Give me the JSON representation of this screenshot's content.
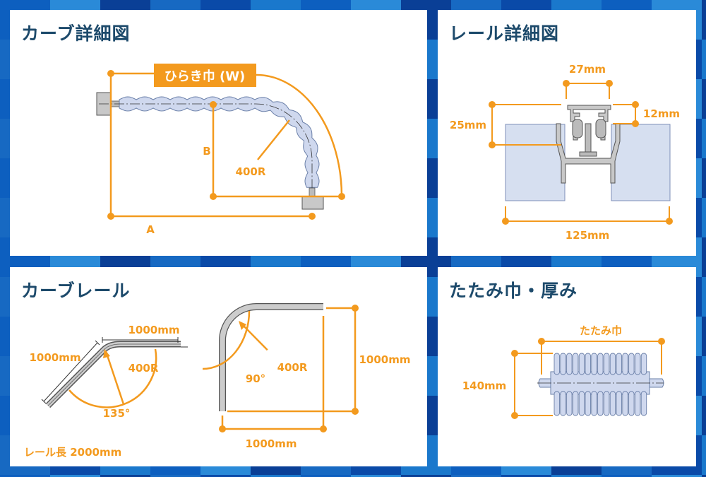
{
  "colors": {
    "accent": "#f39a1e",
    "title": "#1d4a6b",
    "bellows": "#cfd8ee",
    "rail": "#c8c8c8"
  },
  "panels": {
    "curve_detail": {
      "title": "カーブ詳細図",
      "width_label": "ひらき巾 (W)",
      "dim_a": "A",
      "dim_b": "B",
      "radius": "400R"
    },
    "rail_detail": {
      "title": "レール詳細図",
      "dim_top": "27mm",
      "dim_height": "25mm",
      "dim_offset": "12mm",
      "dim_width": "125mm"
    },
    "curve_rail": {
      "title": "カーブレール",
      "left": {
        "length_top": "1000mm",
        "length_side": "1000mm",
        "radius": "400R",
        "angle": "135°"
      },
      "right": {
        "length_vertical": "1000mm",
        "length_horizontal": "1000mm",
        "radius": "400R",
        "angle": "90°"
      },
      "rail_length": "レール長 2000mm"
    },
    "folded": {
      "title": "たたみ巾・厚み",
      "fold_width": "たたみ巾",
      "thickness": "140mm"
    }
  }
}
